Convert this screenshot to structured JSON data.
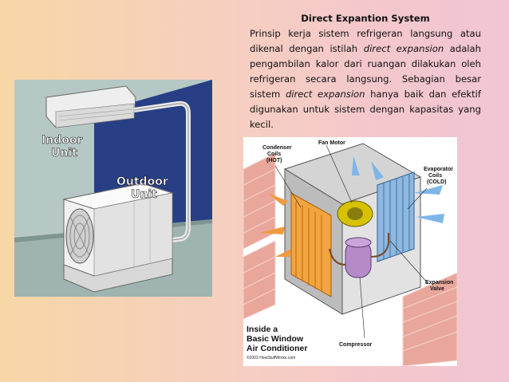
{
  "slide": {
    "title": "Direct Expantion System",
    "paragraph": {
      "part1": "Prinsip kerja sistem refrigeran langsung atau dikenal dengan istilah ",
      "emphasis1": "direct expansion",
      "part2": " adalah pengambilan kalor dari ruangan dilakukan oleh refrigeran secara langsung. Sebagian besar sistem ",
      "emphasis2": "direct expansion",
      "part3": " hanya baik dan efektif digunakan untuk sistem dengan kapasitas yang kecil."
    }
  },
  "left_illustration": {
    "indoor_line1": "Indoor",
    "indoor_line2": "Unit",
    "outdoor_line1": "Outdoor",
    "outdoor_line2": "Unit"
  },
  "right_diagram": {
    "labels": {
      "condenser_line1": "Condenser",
      "condenser_line2": "Coils",
      "condenser_line3": "(HOT)",
      "fan_motor": "Fan Motor",
      "evaporator_line1": "Evaporator",
      "evaporator_line2": "Coils",
      "evaporator_line3": "(COLD)",
      "expansion_line1": "Expansion",
      "expansion_line2": "Valve",
      "compressor": "Compressor"
    },
    "caption_line1": "Inside a",
    "caption_line2": "Basic Window",
    "caption_line3": "Air Conditioner",
    "copyright": "©2003 HowStuffWorks.com"
  },
  "colors": {
    "wall_blue": "#283f86",
    "bg_gray": "#b5c7c4",
    "brick": "#e8a49a",
    "arrow_blue": "#7fb6e8",
    "arrow_orange": "#f09a3e"
  }
}
